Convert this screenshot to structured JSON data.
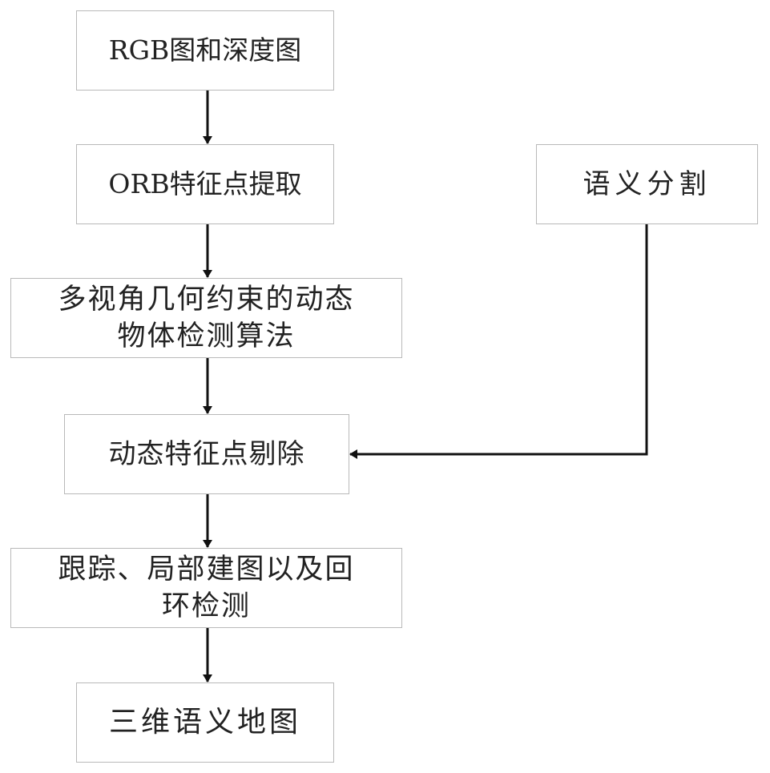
{
  "flowchart": {
    "nodes": [
      {
        "id": "rgb_depth",
        "label": "RGB图和深度图"
      },
      {
        "id": "orb",
        "label": "ORB特征点提取"
      },
      {
        "id": "dynamic_detect",
        "label": "多视角几何约束的动态\n物体检测算法"
      },
      {
        "id": "remove_dynamic",
        "label": "动态特征点剔除"
      },
      {
        "id": "tracking",
        "label": "跟踪、局部建图以及回\n环检测"
      },
      {
        "id": "semantic_map",
        "label": "三维语义地图"
      },
      {
        "id": "segmentation",
        "label": "语义分割"
      }
    ],
    "edges": [
      {
        "from": "rgb_depth",
        "to": "orb"
      },
      {
        "from": "orb",
        "to": "dynamic_detect"
      },
      {
        "from": "dynamic_detect",
        "to": "remove_dynamic"
      },
      {
        "from": "segmentation",
        "to": "remove_dynamic"
      },
      {
        "from": "remove_dynamic",
        "to": "tracking"
      },
      {
        "from": "tracking",
        "to": "semantic_map"
      }
    ]
  },
  "colors": {
    "box_border": "#b9b9b9",
    "arrow": "#111111",
    "text": "#222222"
  }
}
